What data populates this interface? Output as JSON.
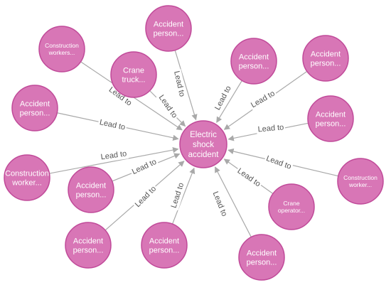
{
  "graph": {
    "center": {
      "lines": [
        "Electric",
        "shock",
        "accident"
      ]
    },
    "edge_label": "Lead to",
    "nodes": [
      {
        "lines": [
          "Accident",
          "person..."
        ]
      },
      {
        "lines": [
          "Construction",
          "workers..."
        ]
      },
      {
        "lines": [
          "Crane",
          "truck..."
        ]
      },
      {
        "lines": [
          "Accident",
          "person..."
        ]
      },
      {
        "lines": [
          "Accident",
          "person..."
        ]
      },
      {
        "lines": [
          "Accident",
          "person..."
        ]
      },
      {
        "lines": [
          "Accident",
          "person..."
        ]
      },
      {
        "lines": [
          "Construction",
          "worker..."
        ]
      },
      {
        "lines": [
          "Construction",
          "worker..."
        ]
      },
      {
        "lines": [
          "Crane",
          "operator..."
        ]
      },
      {
        "lines": [
          "Accident",
          "person..."
        ]
      },
      {
        "lines": [
          "Accident",
          "person..."
        ]
      },
      {
        "lines": [
          "Accident",
          "person..."
        ]
      },
      {
        "lines": [
          "Accident",
          "person..."
        ]
      }
    ]
  },
  "colors": {
    "node_fill": "#d876b6",
    "node_stroke": "#c04a99",
    "edge": "#a9a9a9",
    "edge_label": "#555555"
  }
}
